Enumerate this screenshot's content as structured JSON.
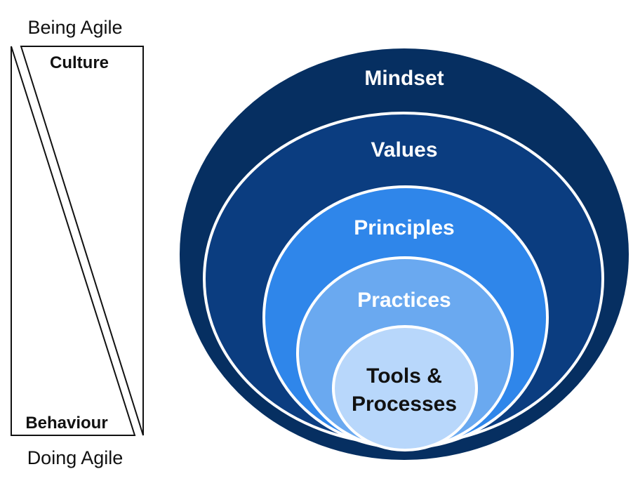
{
  "left_panel": {
    "top_caption": "Being Agile",
    "top_label": "Culture",
    "bottom_label": "Behaviour",
    "bottom_caption": "Doing Agile"
  },
  "layers": [
    {
      "label": "Mindset",
      "color": "#062f61"
    },
    {
      "label": "Values",
      "color": "#0b3d80"
    },
    {
      "label": "Principles",
      "color": "#2f86ea"
    },
    {
      "label": "Practices",
      "color": "#6aa9f0"
    },
    {
      "label": "Tools &",
      "label2": "Processes",
      "color": "#b8d7fb"
    }
  ],
  "ring_stroke_color": "#ffffff"
}
